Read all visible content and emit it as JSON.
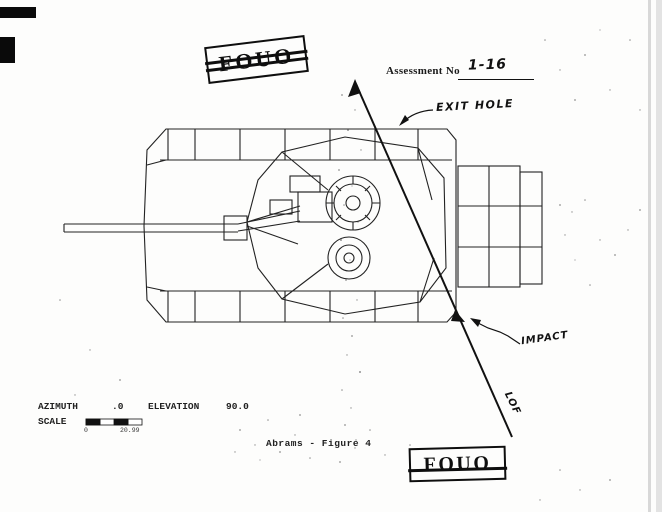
{
  "stamps": {
    "top": "FOUO",
    "bottom": "FOUO"
  },
  "assessment": {
    "label": "Assessment No",
    "value": "1-16"
  },
  "labels": {
    "exit_hole": "EXIT HOLE",
    "impact": "IMPACT",
    "lof": "LOF"
  },
  "footer": {
    "azimuth_label": "AZIMUTH",
    "azimuth_value": ".0",
    "elevation_label": "ELEVATION",
    "elevation_value": "90.0",
    "scale_label": "SCALE",
    "scale_start": "0",
    "scale_end": "20.99",
    "caption": "Abrams - Figure 4"
  }
}
